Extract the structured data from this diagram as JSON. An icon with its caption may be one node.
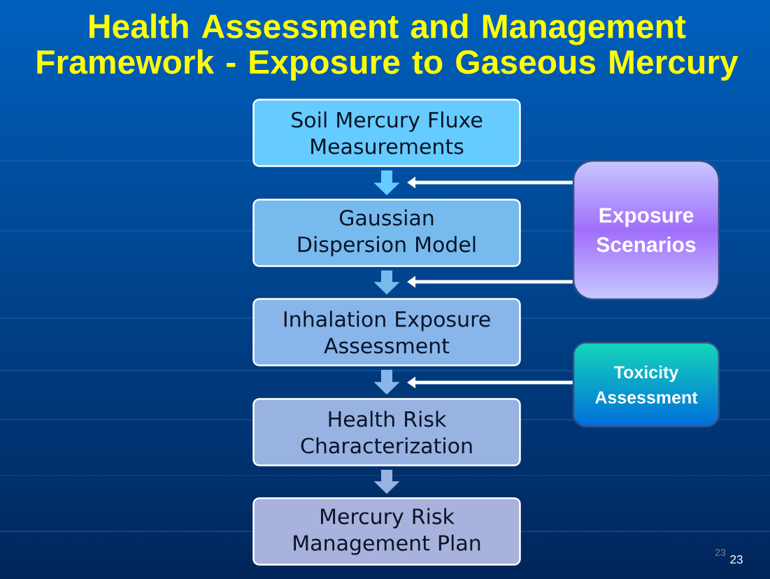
{
  "diagram": {
    "title": "Health Assessment and Management Framework - Exposure to Gaseous Mercury",
    "nodes": [
      {
        "text": [
          "Soil Mercury Fluxe Measurements"
        ]
      },
      {
        "text": [
          "Gaussian Dispersion Model"
        ]
      },
      {
        "text": [
          "Inhalation Exposure Assessment"
        ]
      },
      {
        "text": [
          "Health Risk Characterization"
        ]
      },
      {
        "text": [
          "Mercury Risk Management Plan"
        ]
      },
      {
        "text": [
          "Exposure Scenarios"
        ]
      },
      {
        "text": [
          "Toxicity Assessment"
        ]
      }
    ],
    "edges": [
      {
        "from": 0,
        "to": 1,
        "arrow": "to",
        "color": "#66ccff"
      },
      {
        "from": 1,
        "to": 2,
        "arrow": "to",
        "color": "#77bbee"
      },
      {
        "from": 2,
        "to": 3,
        "arrow": "to",
        "color": "#88b6ea"
      },
      {
        "from": 3,
        "to": 4,
        "arrow": "to",
        "color": "#98b2e2"
      },
      {
        "from": 5,
        "to": null,
        "arrow": "to",
        "color": "#ffffff"
      },
      {
        "from": 5,
        "to": null,
        "arrow": "to",
        "color": "#ffffff"
      },
      {
        "from": 6,
        "to": null,
        "arrow": "to",
        "color": "#ffffff"
      }
    ],
    "labels": [
      "23",
      "23"
    ]
  }
}
